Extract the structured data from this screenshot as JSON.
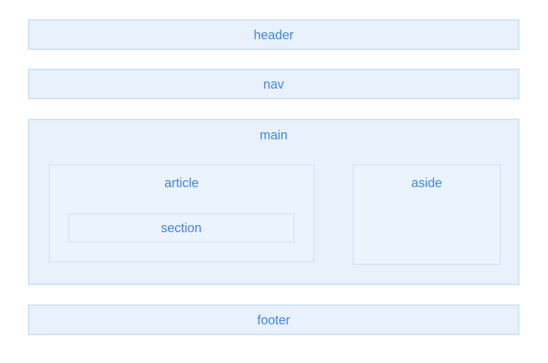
{
  "diagram": {
    "title": "html5-semantic-layout",
    "header": {
      "label": "header"
    },
    "nav": {
      "label": "nav"
    },
    "main": {
      "label": "main"
    },
    "article": {
      "label": "article"
    },
    "section": {
      "label": "section"
    },
    "aside": {
      "label": "aside"
    },
    "footer": {
      "label": "footer"
    }
  },
  "colors": {
    "page_background": "#ffffff",
    "outer_box_fill": "#e8f1fc",
    "outer_box_border": "#cfe2f8",
    "inner_box_fill": "#ebf3fd",
    "inner_box_border": "#d9e8fb",
    "label_text": "#4285e8"
  }
}
